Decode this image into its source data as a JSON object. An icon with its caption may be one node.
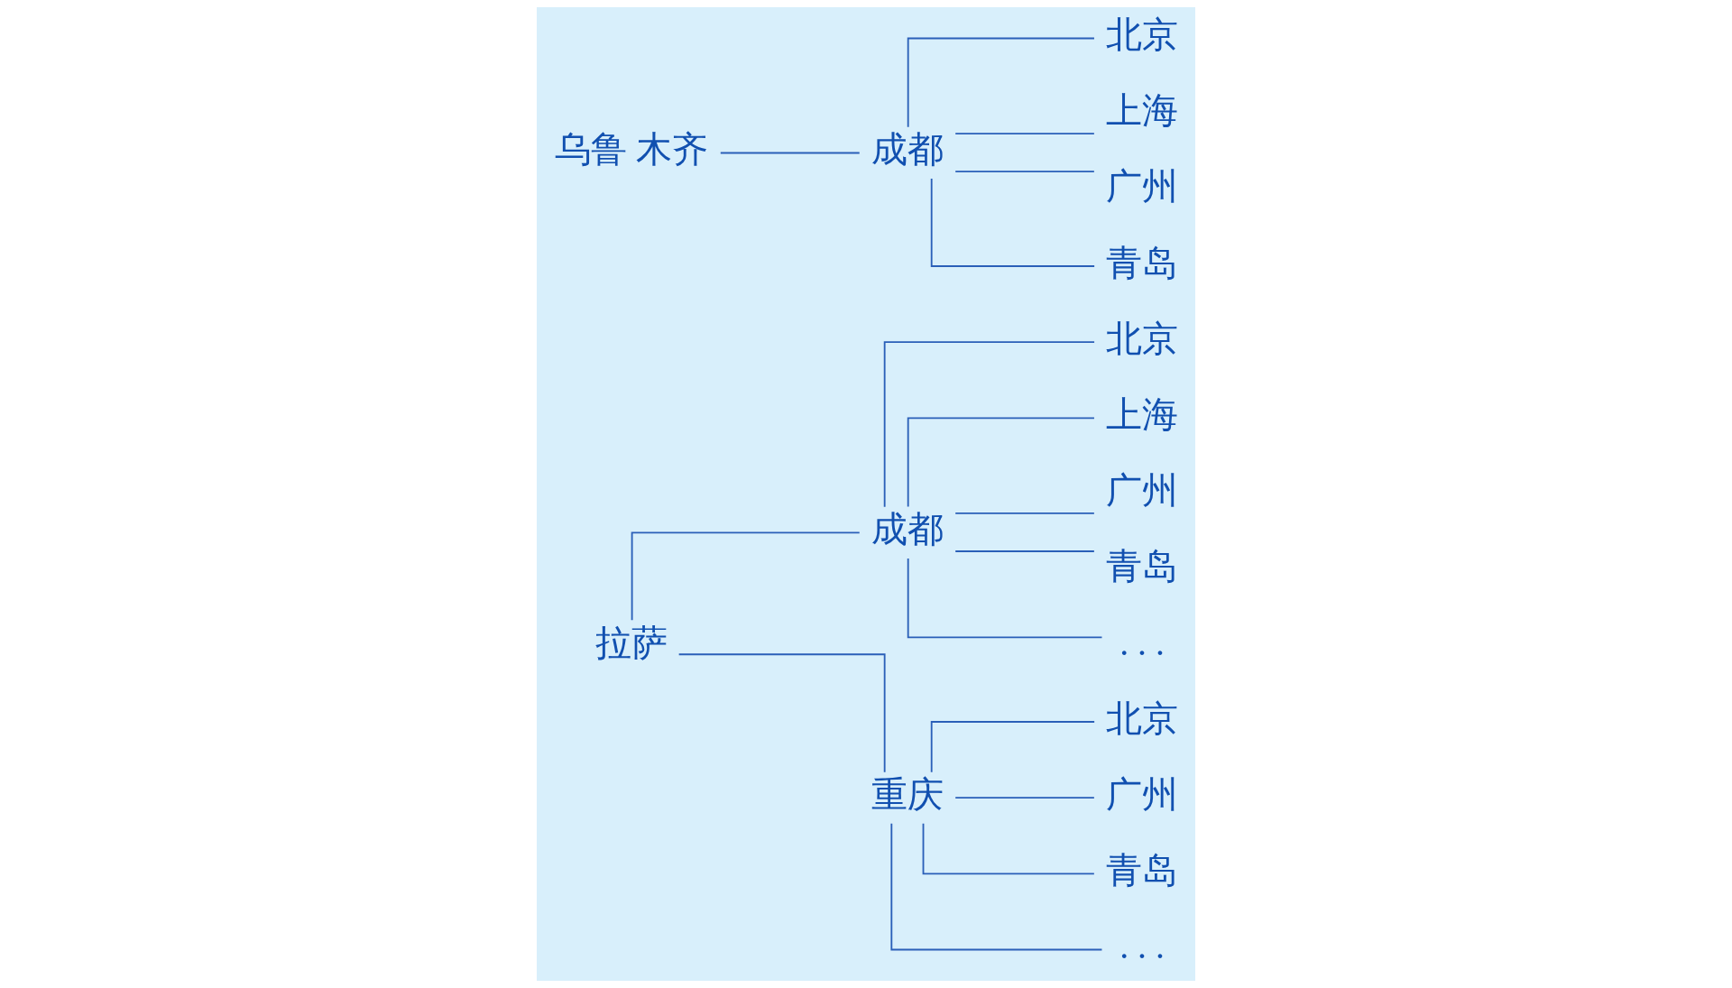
{
  "diagram": {
    "nodes": [
      {
        "text": [
          "拉萨"
        ]
      },
      {
        "text": [
          "成都"
        ]
      },
      {
        "text": [
          "北京"
        ]
      },
      {
        "text": [
          "上海"
        ]
      },
      {
        "text": [
          "广州"
        ]
      },
      {
        "text": [
          "青岛"
        ]
      },
      {
        "text": [
          ". . ."
        ]
      },
      {
        "text": [
          "重庆"
        ]
      },
      {
        "text": [
          "北京"
        ]
      },
      {
        "text": [
          "广州"
        ]
      },
      {
        "text": [
          "青岛"
        ]
      },
      {
        "text": [
          ". . ."
        ]
      },
      {
        "text": [
          "乌鲁 木齐"
        ]
      },
      {
        "text": [
          "成都"
        ]
      },
      {
        "text": [
          "北京"
        ]
      },
      {
        "text": [
          "上海"
        ]
      },
      {
        "text": [
          "广州"
        ]
      },
      {
        "text": [
          "青岛"
        ]
      }
    ],
    "edges": [
      {
        "from": 0,
        "to": 1,
        "arrow": "none"
      },
      {
        "from": 0,
        "to": 7,
        "arrow": "none"
      },
      {
        "from": 1,
        "to": 2,
        "arrow": "none"
      },
      {
        "from": 1,
        "to": 3,
        "arrow": "none"
      },
      {
        "from": 1,
        "to": 4,
        "arrow": "none"
      },
      {
        "from": 1,
        "to": 5,
        "arrow": "none"
      },
      {
        "from": 1,
        "to": 6,
        "arrow": "none"
      },
      {
        "from": 7,
        "to": 8,
        "arrow": "none"
      },
      {
        "from": 7,
        "to": 9,
        "arrow": "none"
      },
      {
        "from": 7,
        "to": 10,
        "arrow": "none"
      },
      {
        "from": 7,
        "to": 11,
        "arrow": "none"
      },
      {
        "from": 12,
        "to": 13,
        "arrow": "none"
      },
      {
        "from": 13,
        "to": 14,
        "arrow": "none"
      },
      {
        "from": 13,
        "to": 15,
        "arrow": "none"
      },
      {
        "from": 13,
        "to": 16,
        "arrow": "none"
      },
      {
        "from": 13,
        "to": 17,
        "arrow": "none"
      }
    ]
  }
}
